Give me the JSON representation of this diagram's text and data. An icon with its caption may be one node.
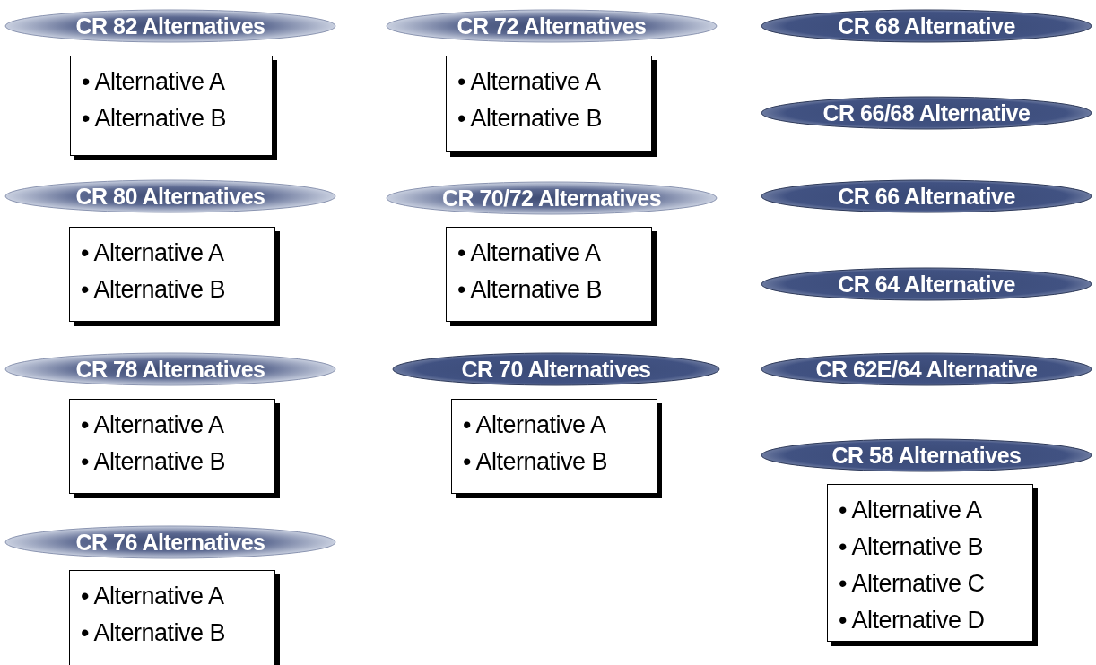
{
  "diagram": {
    "nodes": [
      {
        "text": [
          "CR 82 Alternatives"
        ]
      },
      {
        "text": [
          "• Alternative A",
          "• Alternative B"
        ]
      },
      {
        "text": [
          "CR 80 Alternatives"
        ]
      },
      {
        "text": [
          "• Alternative A",
          "• Alternative B"
        ]
      },
      {
        "text": [
          "CR 78 Alternatives"
        ]
      },
      {
        "text": [
          "• Alternative A",
          "• Alternative B"
        ]
      },
      {
        "text": [
          "CR 76 Alternatives"
        ]
      },
      {
        "text": [
          "• Alternative A",
          "• Alternative B"
        ]
      },
      {
        "text": [
          "CR 72 Alternatives"
        ]
      },
      {
        "text": [
          "• Alternative A",
          "• Alternative B"
        ]
      },
      {
        "text": [
          "CR 70/72 Alternatives"
        ]
      },
      {
        "text": [
          "• Alternative A",
          "• Alternative B"
        ]
      },
      {
        "text": [
          "CR 70 Alternatives"
        ]
      },
      {
        "text": [
          "• Alternative A",
          "• Alternative B"
        ]
      },
      {
        "text": [
          "CR 68 Alternative"
        ]
      },
      {
        "text": [
          "CR 66/68 Alternative"
        ]
      },
      {
        "text": [
          "CR 66 Alternative"
        ]
      },
      {
        "text": [
          "CR 64 Alternative"
        ]
      },
      {
        "text": [
          "CR 62E/64 Alternative"
        ]
      },
      {
        "text": [
          "CR 58 Alternatives"
        ]
      },
      {
        "text": [
          "• Alternative A",
          "• Alternative B",
          "• Alternative C",
          "• Alternative D"
        ]
      }
    ],
    "edges": []
  }
}
